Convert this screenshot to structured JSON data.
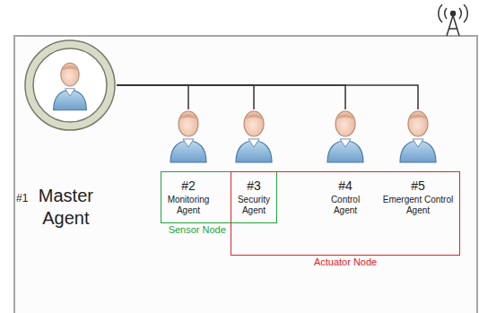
{
  "diagram": {
    "nodes": [
      {
        "text": [
          "#1",
          "Master Agent"
        ]
      },
      {
        "text": [
          "#2",
          "Monitoring Agent"
        ]
      },
      {
        "text": [
          "#3",
          "Security Agent"
        ]
      },
      {
        "text": [
          "#4",
          "Control Agent"
        ]
      },
      {
        "text": [
          "#5",
          "Emergent Control Agent"
        ]
      },
      {
        "text": [
          "Sensor Node"
        ]
      },
      {
        "text": [
          "Actuator Node"
        ]
      }
    ],
    "edges": [
      {
        "from": 0,
        "to": 1,
        "arrow": "none"
      },
      {
        "from": 0,
        "to": 2,
        "arrow": "none"
      },
      {
        "from": 0,
        "to": 3,
        "arrow": "none"
      },
      {
        "from": 0,
        "to": 4,
        "arrow": "none"
      }
    ]
  }
}
